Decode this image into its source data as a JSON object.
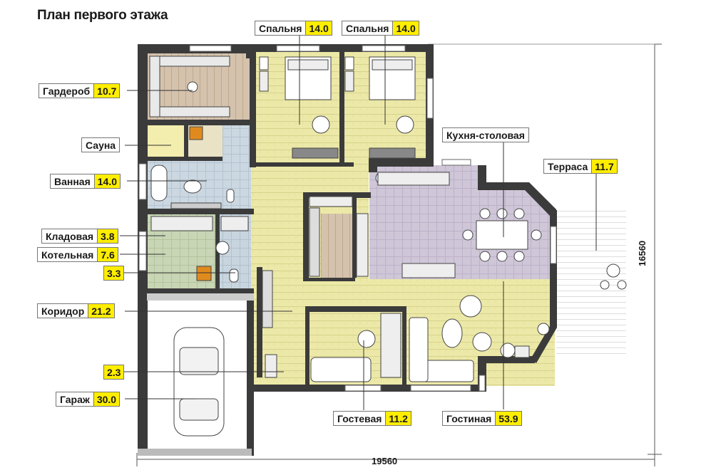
{
  "title": "План первого этажа",
  "labels": [
    {
      "key": "bed1",
      "name": "Спальня",
      "area": "14.0"
    },
    {
      "key": "bed2",
      "name": "Спальня",
      "area": "14.0"
    },
    {
      "key": "wardrobe",
      "name": "Гардероб",
      "area": "10.7"
    },
    {
      "key": "sauna",
      "name": "Сауна",
      "area": ""
    },
    {
      "key": "bath",
      "name": "Ванная",
      "area": "14.0"
    },
    {
      "key": "kitchen",
      "name": "Кухня-столовая",
      "area": ""
    },
    {
      "key": "terrace",
      "name": "Терраса",
      "area": "11.7"
    },
    {
      "key": "pantry",
      "name": "Кладовая",
      "area": "3.8"
    },
    {
      "key": "boiler",
      "name": "Котельная",
      "area": "7.6"
    },
    {
      "key": "wc",
      "name": "",
      "area": "3.3"
    },
    {
      "key": "corridor",
      "name": "Коридор",
      "area": "21.2"
    },
    {
      "key": "vest",
      "name": "",
      "area": "2.3"
    },
    {
      "key": "garage",
      "name": "Гараж",
      "area": "30.0"
    },
    {
      "key": "guest",
      "name": "Гостевая",
      "area": "11.2"
    },
    {
      "key": "living",
      "name": "Гостиная",
      "area": "53.9"
    }
  ],
  "dimensions": {
    "width": "19560",
    "depth": "16560"
  },
  "colors": {
    "wall": "#3b3b3b",
    "floor_yellow": "#ece9a8",
    "floor_kitchen": "#cfc6d8",
    "floor_tile": "#c8d5df",
    "floor_wood": "#d4c2ad",
    "floor_green": "#c9d6b6",
    "garage": "#ffffff",
    "accent": "#ffee00"
  }
}
